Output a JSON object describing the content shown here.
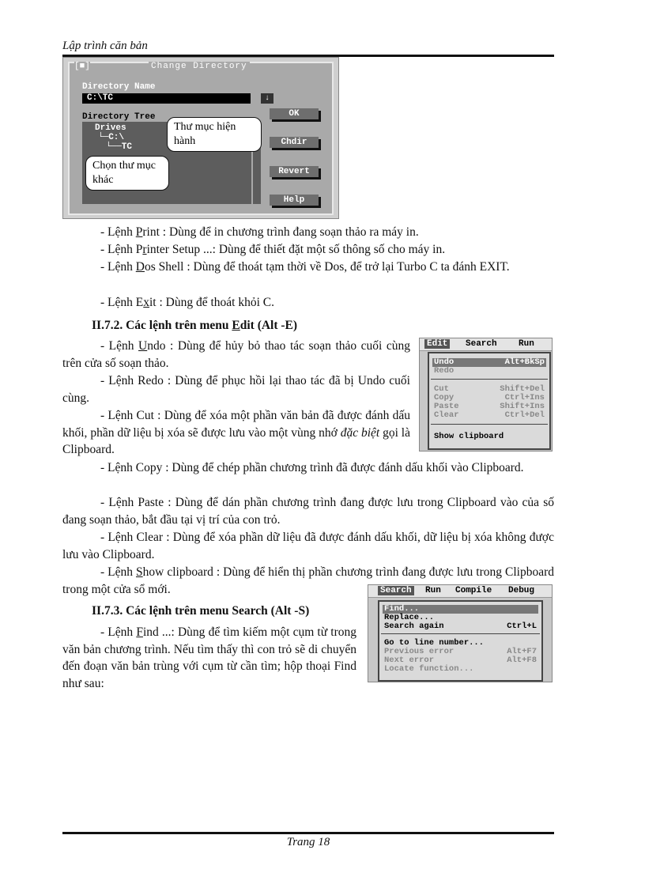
{
  "header": {
    "title": "Lập trình căn bản"
  },
  "footer": {
    "page": "Trang 18"
  },
  "dialog": {
    "close": "[■]",
    "title": "Change Directory",
    "name_label": "Directory Name",
    "name_value": "C:\\TC",
    "arrow": "↓",
    "tree_label": "Directory Tree",
    "tree": [
      "Drives",
      "└─C:\\",
      "└──TC"
    ],
    "buttons": [
      "OK",
      "Chdir",
      "Revert",
      "Help"
    ],
    "callout_current": "Thư mục hiện hành",
    "callout_other": "Chọn thư mục khác"
  },
  "paragraphs": {
    "print": {
      "pre": "- Lệnh ",
      "u": "P",
      "post": "rint : Dùng để in chương trình đang soạn thảo ra máy in."
    },
    "printer_setup": {
      "pre": "- Lệnh P",
      "u": "r",
      "post": "inter Setup ...: Dùng để thiết đặt một số thông số cho máy in."
    },
    "dos_shell": {
      "pre": "- Lệnh ",
      "u": "D",
      "post": "os Shell : Dùng để thoát tạm thời về Dos, để trở lại Turbo C ta đánh EXIT."
    },
    "exit": {
      "pre": "- Lệnh E",
      "u": "x",
      "post": "it : Dùng để thoát khỏi C."
    },
    "heading_edit": {
      "pre": "II.7.2. Các lệnh trên menu ",
      "u": "E",
      "post": "dit  (Alt -E)"
    },
    "undo": {
      "pre": "- Lệnh ",
      "u": "U",
      "post": "ndo : Dùng để hủy bỏ thao tác soạn thảo cuối cùng trên cửa số soạn thảo."
    },
    "redo": "- Lệnh Redo : Dùng để phục hồi lại thao tác đã bị Undo cuối cùng.",
    "cut": {
      "pre": "- Lệnh Cut : Dùng để xóa một phần văn bản đã được đánh dấu khối, phần dữ liệu bị xóa sẽ được lưu vào một vùng nhớ ",
      "em": "đặc biệt",
      "post": " gọi là Clipboard."
    },
    "copy": "- Lệnh Copy : Dùng để chép phần chương trình đã được đánh dấu khối vào Clipboard.",
    "paste": "- Lệnh Paste : Dùng để dán phần chương trình đang được lưu trong Clipboard vào của số đang soạn thảo, bắt đầu tại vị trí của con trỏ.",
    "clear": "- Lệnh Clear : Dùng để xóa phần dữ liệu đã được đánh dấu khối, dữ liệu bị xóa không được lưu vào Clipboard.",
    "show_clipboard": {
      "pre": "- Lệnh ",
      "u": "S",
      "post": "how clipboard : Dùng để hiển thị phần chương trình đang được lưu trong Clipboard trong một cửa sổ mới."
    },
    "heading_search": "II.7.3. Các lệnh trên menu Search  (Alt -S)",
    "find": {
      "pre": "- Lệnh ",
      "u": "F",
      "post": "ind ...: Dùng để tìm kiếm một cụm từ trong văn bản chương trình. Nếu tìm thấy thì con trỏ sẽ di chuyển đến đoạn văn bản trùng với cụm từ cần tìm; hộp thoại Find như sau:"
    }
  },
  "edit_menu": {
    "bar": [
      "Edit",
      "Search",
      "Run"
    ],
    "items": [
      {
        "label": "Undo",
        "key": "Alt+BkSp"
      },
      {
        "label": "Redo",
        "key": ""
      },
      {
        "label": "Cut",
        "key": "Shift+Del"
      },
      {
        "label": "Copy",
        "key": "Ctrl+Ins"
      },
      {
        "label": "Paste",
        "key": "Shift+Ins"
      },
      {
        "label": "Clear",
        "key": "Ctrl+Del"
      },
      {
        "label": "Show clipboard",
        "key": ""
      }
    ]
  },
  "search_menu": {
    "bar": [
      "Search",
      "Run",
      "Compile",
      "Debug"
    ],
    "items": [
      {
        "label": "Find...",
        "key": ""
      },
      {
        "label": "Replace...",
        "key": ""
      },
      {
        "label": "Search again",
        "key": "Ctrl+L"
      },
      {
        "label": "Go to line number...",
        "key": ""
      },
      {
        "label": "Previous error",
        "key": "Alt+F7"
      },
      {
        "label": "Next error",
        "key": "Alt+F8"
      },
      {
        "label": "Locate function...",
        "key": ""
      }
    ]
  }
}
